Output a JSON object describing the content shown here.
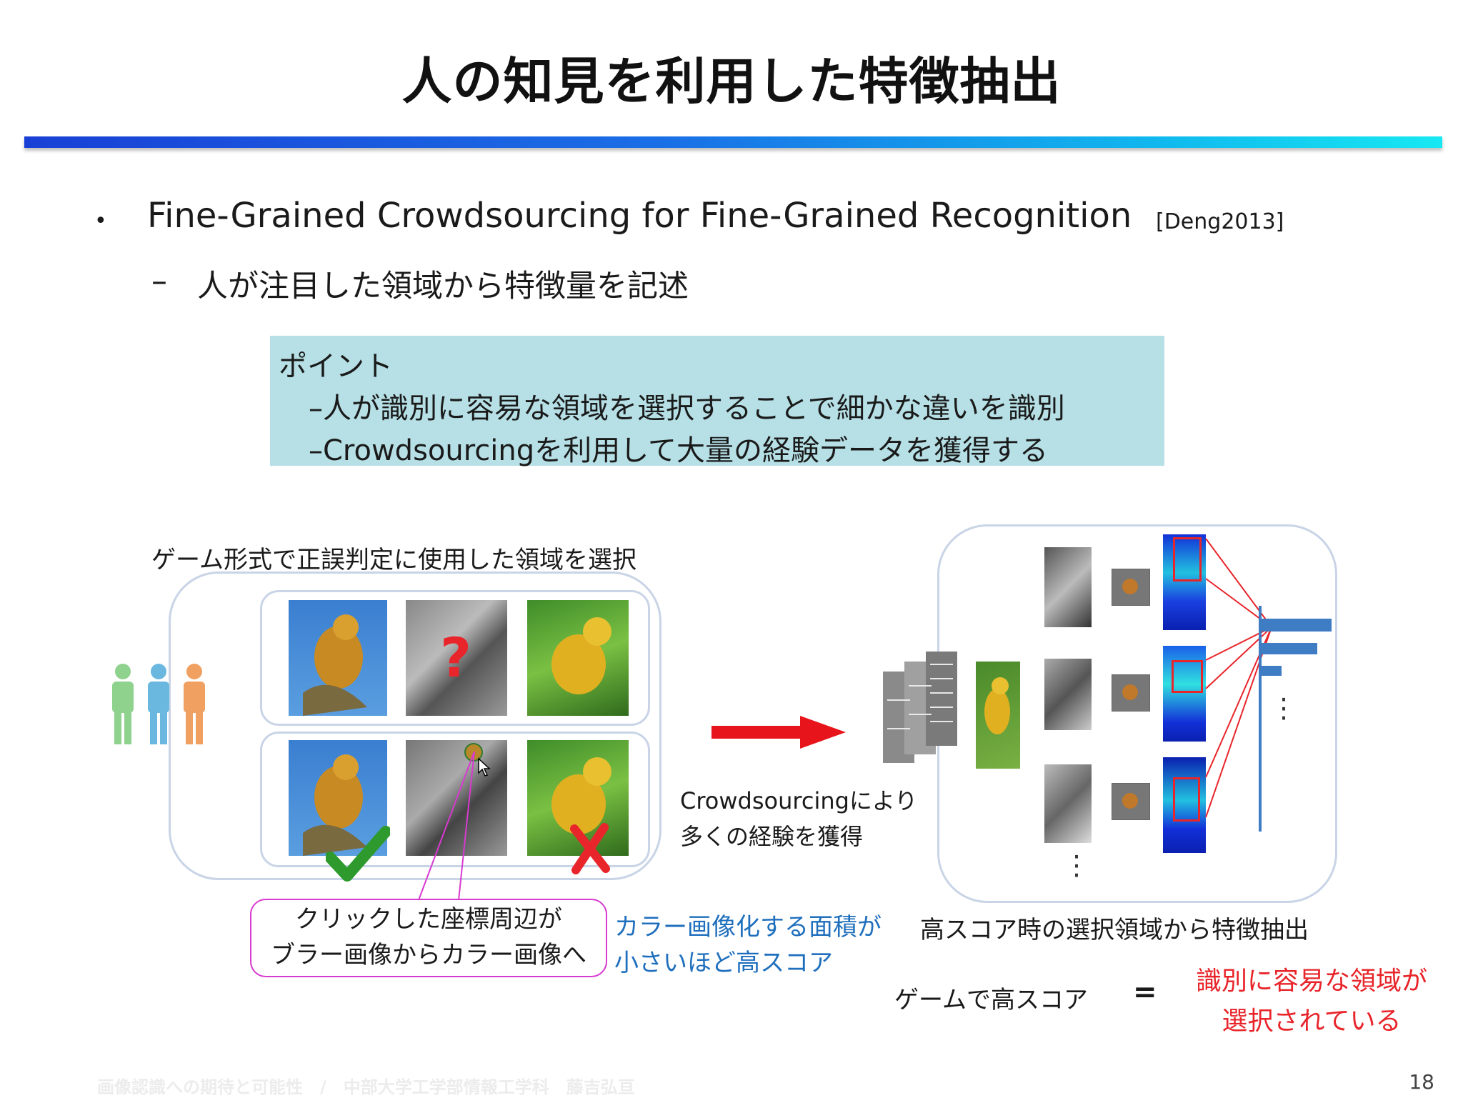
{
  "title": "人の知見を利用した特徴抽出",
  "bullets": {
    "main_marker": "•",
    "main": "Fine-Grained Crowdsourcing for Fine-Grained Recognition",
    "citation": "[Deng2013]",
    "sub_marker": "–",
    "sub": "人が注目した領域から特徴量を記述"
  },
  "point_box": {
    "title": "ポイント",
    "line1": "–人が識別に容易な領域を選択することで細かな違いを識別",
    "line2": "–Crowdsourcingを利用して大量の経験データを獲得する"
  },
  "figure": {
    "left_caption": "ゲーム形式で正誤判定に使用した領域を選択",
    "arrow_caption_1": "Crowdsourcingにより",
    "arrow_caption_2": "多くの経験を獲得",
    "callout_line1": "クリックした座標周辺が",
    "callout_line2": "ブラー画像からカラー画像へ",
    "blue_line1": "カラー画像化する面積が",
    "blue_line2": "小さいほど高スコア",
    "right_caption": "高スコア時の選択領域から特徴抽出",
    "equation_left": "ゲームで高スコア",
    "equation_sign": "=",
    "red_line1": "識別に容易な領域が",
    "red_line2": "選択されている",
    "question_mark": "?",
    "dots": "⋮",
    "check_color": "#2e9a2e",
    "cross_color": "#e8252b",
    "arrow_color": "#e8141b",
    "person_colors": [
      "#8ed28e",
      "#6ab8e0",
      "#f0a060"
    ]
  },
  "footer": {
    "text": "画像認識への期待と可能性　/　中部大学工学部情報工学科　藤吉弘亘",
    "page": "18"
  }
}
